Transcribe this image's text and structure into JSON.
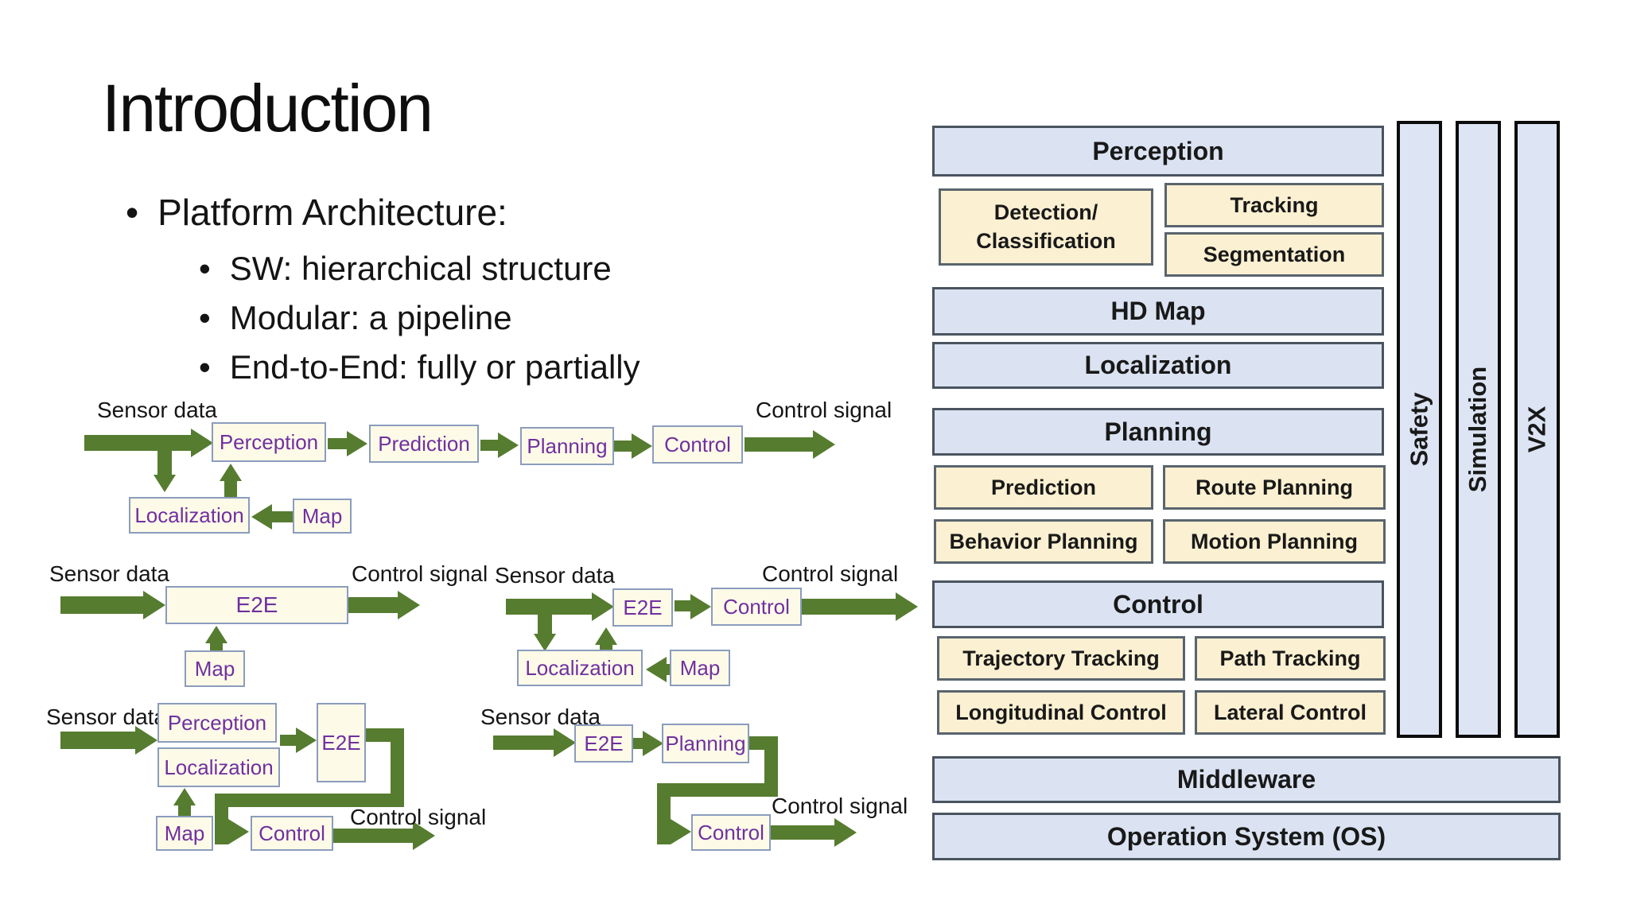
{
  "slide": {
    "title": "Introduction",
    "bullet": "Platform Architecture:",
    "sub_bullets": [
      "SW: hierarchical structure",
      "Modular: a pipeline",
      "End-to-End: fully or partially"
    ]
  },
  "flow": {
    "sensor_data": "Sensor data",
    "control_signal": "Control signal",
    "perception": "Perception",
    "prediction": "Prediction",
    "planning": "Planning",
    "control": "Control",
    "localization": "Localization",
    "map": "Map",
    "e2e": "E2E"
  },
  "stack": {
    "perception": "Perception",
    "detection_classification": "Detection/\nClassification",
    "tracking": "Tracking",
    "segmentation": "Segmentation",
    "hd_map": "HD Map",
    "localization": "Localization",
    "planning": "Planning",
    "prediction": "Prediction",
    "route_planning": "Route Planning",
    "behavior_planning": "Behavior Planning",
    "motion_planning": "Motion Planning",
    "control": "Control",
    "trajectory_tracking": "Trajectory Tracking",
    "path_tracking": "Path Tracking",
    "longitudinal_control": "Longitudinal Control",
    "lateral_control": "Lateral Control",
    "middleware": "Middleware",
    "os": "Operation System (OS)",
    "safety": "Safety",
    "simulation": "Simulation",
    "v2x": "V2X"
  },
  "colors": {
    "arrow_green": "#567c30",
    "flow_box_fill": "#fdfbe8",
    "flow_box_border": "#8b9cbd",
    "flow_text_purple": "#7030a0",
    "stack_blue_fill": "#dbe3f2",
    "stack_cream_fill": "#fbf0d1",
    "stack_border": "#49545f",
    "sidebar_border": "#0b0b0b"
  }
}
